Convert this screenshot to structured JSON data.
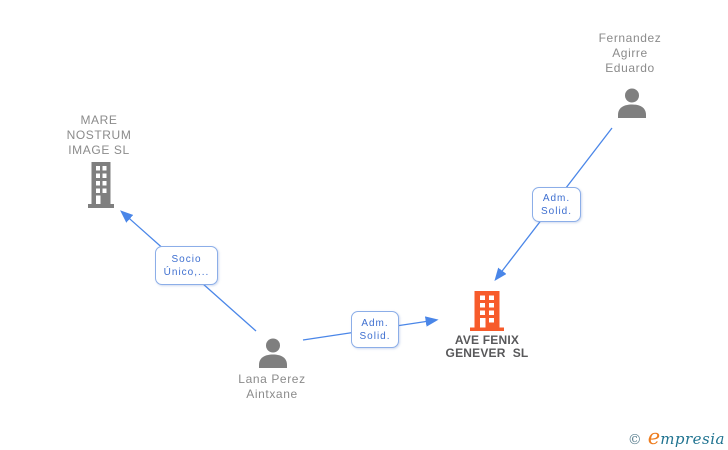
{
  "diagram": {
    "nodes": {
      "fernandez": {
        "type": "person",
        "lines": [
          "Fernandez",
          "Agirre",
          "Eduardo"
        ]
      },
      "mare_nostrum": {
        "type": "company",
        "lines": [
          "MARE",
          "NOSTRUM",
          "IMAGE SL"
        ]
      },
      "lana": {
        "type": "person",
        "lines": [
          "Lana Perez",
          "Aintxane"
        ]
      },
      "ave_fenix": {
        "type": "company",
        "highlighted": true,
        "lines": [
          "AVE FENIX",
          "GENEVER  SL"
        ]
      }
    },
    "edges": [
      {
        "from": "Lana Perez Aintxane",
        "to": "MARE NOSTRUM IMAGE SL",
        "label_lines": [
          "Socio",
          "Único,..."
        ]
      },
      {
        "from": "Lana Perez Aintxane",
        "to": "AVE FENIX GENEVER SL",
        "label_lines": [
          "Adm.",
          "Solid."
        ]
      },
      {
        "from": "Fernandez Agirre Eduardo",
        "to": "AVE FENIX GENEVER SL",
        "label_lines": [
          "Adm.",
          "Solid."
        ]
      }
    ],
    "colors": {
      "edge_blue": "#4a86e8",
      "label_border": "#8caee8",
      "label_text": "#3e6fd0",
      "node_text_gray": "#8b8b8b",
      "icon_gray": "#7f7f7f",
      "highlight_orange": "#f75b2b",
      "highlight_text": "#58585a"
    }
  },
  "footer": {
    "copyright_symbol": "©",
    "brand_first_letter": "e",
    "brand_rest": "mpresia"
  }
}
